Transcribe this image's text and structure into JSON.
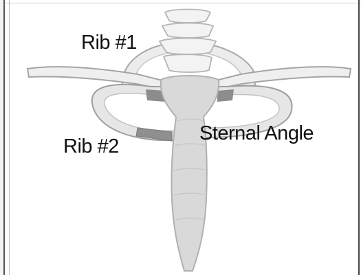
{
  "diagram": {
    "labels": {
      "rib1": "Rib #1",
      "rib2": "Rib #2",
      "sternal_angle": "Sternal Angle"
    },
    "colors": {
      "bone": "#d8d8d8",
      "bone_light": "#ededed",
      "outline": "#9a9a9a",
      "highlight": "#8a8a8a"
    }
  }
}
